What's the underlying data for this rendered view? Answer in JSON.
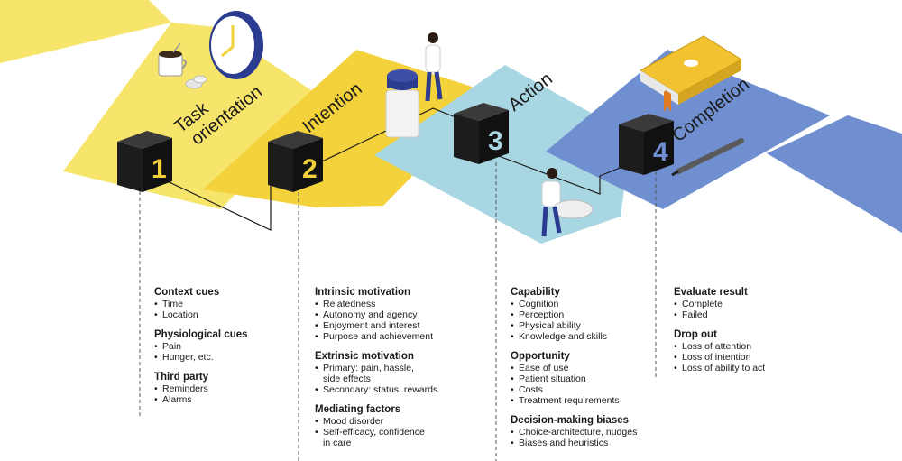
{
  "stages": [
    {
      "number": "1",
      "title_lines": [
        "Task",
        "orientation"
      ]
    },
    {
      "number": "2",
      "title_lines": [
        "Intention"
      ]
    },
    {
      "number": "3",
      "title_lines": [
        "Action"
      ]
    },
    {
      "number": "4",
      "title_lines": [
        "Completion"
      ]
    }
  ],
  "colors": {
    "stage1": "#f7e46b",
    "stage2": "#f4d23c",
    "stage3": "#a8d6e2",
    "stage4": "#6f8fd0",
    "cube": "#1c1c1c",
    "cube_number": "#f2d13a"
  },
  "icons": [
    "clock-icon",
    "coffee-cup-icon",
    "pills-icon",
    "person-icon",
    "pill-bottle-icon",
    "person-carrying-pill-icon",
    "notebook-icon",
    "pen-icon"
  ],
  "columns": [
    {
      "sections": [
        {
          "heading": "Context cues",
          "items": [
            "Time",
            "Location"
          ]
        },
        {
          "heading": "Physiological cues",
          "items": [
            "Pain",
            "Hunger, etc."
          ]
        },
        {
          "heading": "Third party",
          "items": [
            "Reminders",
            "Alarms"
          ]
        }
      ]
    },
    {
      "sections": [
        {
          "heading": "Intrinsic motivation",
          "items": [
            "Relatedness",
            "Autonomy and agency",
            "Enjoyment and interest",
            "Purpose and achievement"
          ]
        },
        {
          "heading": "Extrinsic motivation",
          "items": [
            "Primary: pain, hassle, side effects",
            "Secondary: status, rewards"
          ]
        },
        {
          "heading": "Mediating factors",
          "items": [
            "Mood disorder",
            "Self-efficacy, confidence in care"
          ]
        }
      ]
    },
    {
      "sections": [
        {
          "heading": "Capability",
          "items": [
            "Cognition",
            "Perception",
            "Physical ability",
            "Knowledge and skills"
          ]
        },
        {
          "heading": "Opportunity",
          "items": [
            "Ease of use",
            "Patient situation",
            "Costs",
            "Treatment requirements"
          ]
        },
        {
          "heading": "Decision-making biases",
          "items": [
            "Choice-architecture, nudges",
            "Biases and heuristics"
          ]
        }
      ]
    },
    {
      "sections": [
        {
          "heading": "Evaluate result",
          "items": [
            "Complete",
            "Failed"
          ]
        },
        {
          "heading": "Drop out",
          "items": [
            "Loss of attention",
            "Loss of intention",
            "Loss of ability to act"
          ]
        }
      ]
    }
  ]
}
